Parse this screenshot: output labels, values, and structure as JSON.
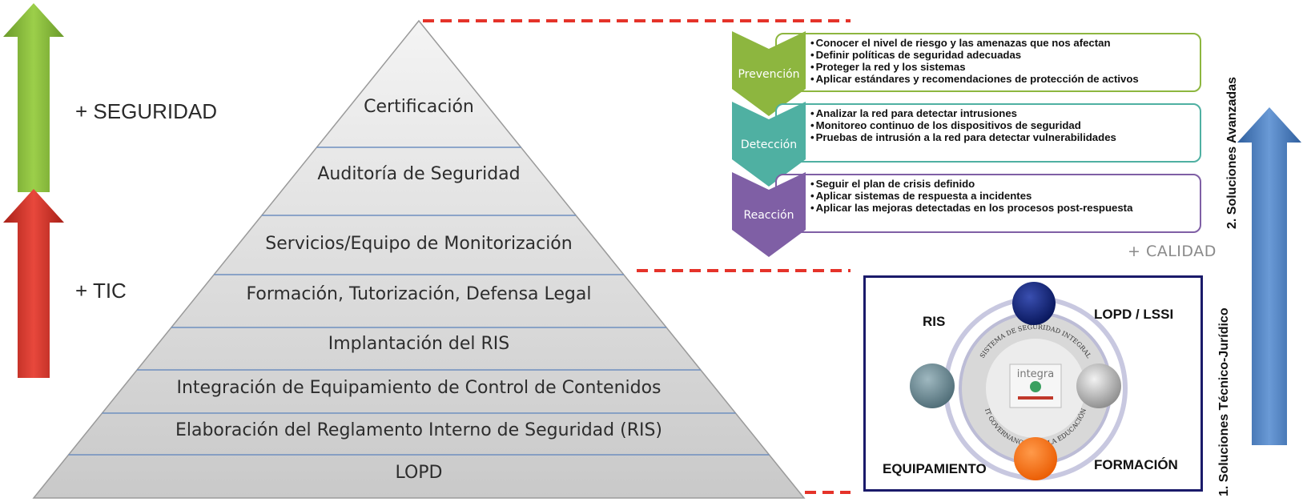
{
  "left_arrows": {
    "top_label": "+ SEGURIDAD",
    "bottom_label": "+ TIC"
  },
  "pyramid": {
    "levels": [
      "Certificación",
      "Auditoría de Seguridad",
      "Servicios/Equipo de Monitorización",
      "Formación, Tutorización, Defensa Legal",
      "Implantación del RIS",
      "Integración de Equipamiento de Control de Contenidos",
      "Elaboración del Reglamento Interno de Seguridad (RIS)",
      "LOPD"
    ]
  },
  "phases": [
    {
      "title": "Prevención",
      "color": "#8db63f",
      "items": [
        "Conocer el nivel de riesgo y las amenazas que nos afectan",
        "Definir políticas de seguridad adecuadas",
        "Proteger la red y los sistemas",
        "Aplicar estándares y recomendaciones de protección de activos"
      ]
    },
    {
      "title": "Detección",
      "color": "#4fb0a2",
      "items": [
        "Analizar la red para detectar intrusiones",
        "Monitoreo continuo de los dispositivos de seguridad",
        "Pruebas de intrusión a la red para detectar vulnerabilidades"
      ]
    },
    {
      "title": "Reacción",
      "color": "#7f5fa5",
      "items": [
        "Seguir el plan de crisis definido",
        "Aplicar sistemas de respuesta a incidentes",
        "Aplicar las mejoras detectadas en los procesos post-respuesta"
      ]
    }
  ],
  "calidad_label": "+ CALIDAD",
  "ris_diagram": {
    "labels": {
      "ris": "RIS",
      "lopd": "LOPD / LSSI",
      "equipamiento": "EQUIPAMIENTO",
      "formacion": "FORMACIÓN"
    },
    "ring_text_top": "SISTEMA DE SEGURIDAD INTEGRAL",
    "ring_text_bottom": "IT GOVERNANCE PARA LA EDUCACIÓN",
    "logo_text": "integra"
  },
  "right_labels": {
    "advanced": "2. Soluciones Avanzadas",
    "technical": "1. Soluciones Técnico-Jurídico"
  },
  "colors": {
    "green_arrow": "#8cc63f",
    "red_arrow": "#d9342b",
    "blue_arrow": "#4a7ebf",
    "dashed_line": "#e5332a",
    "node_navy": "#0b1f6b",
    "node_orange": "#ff6600"
  }
}
